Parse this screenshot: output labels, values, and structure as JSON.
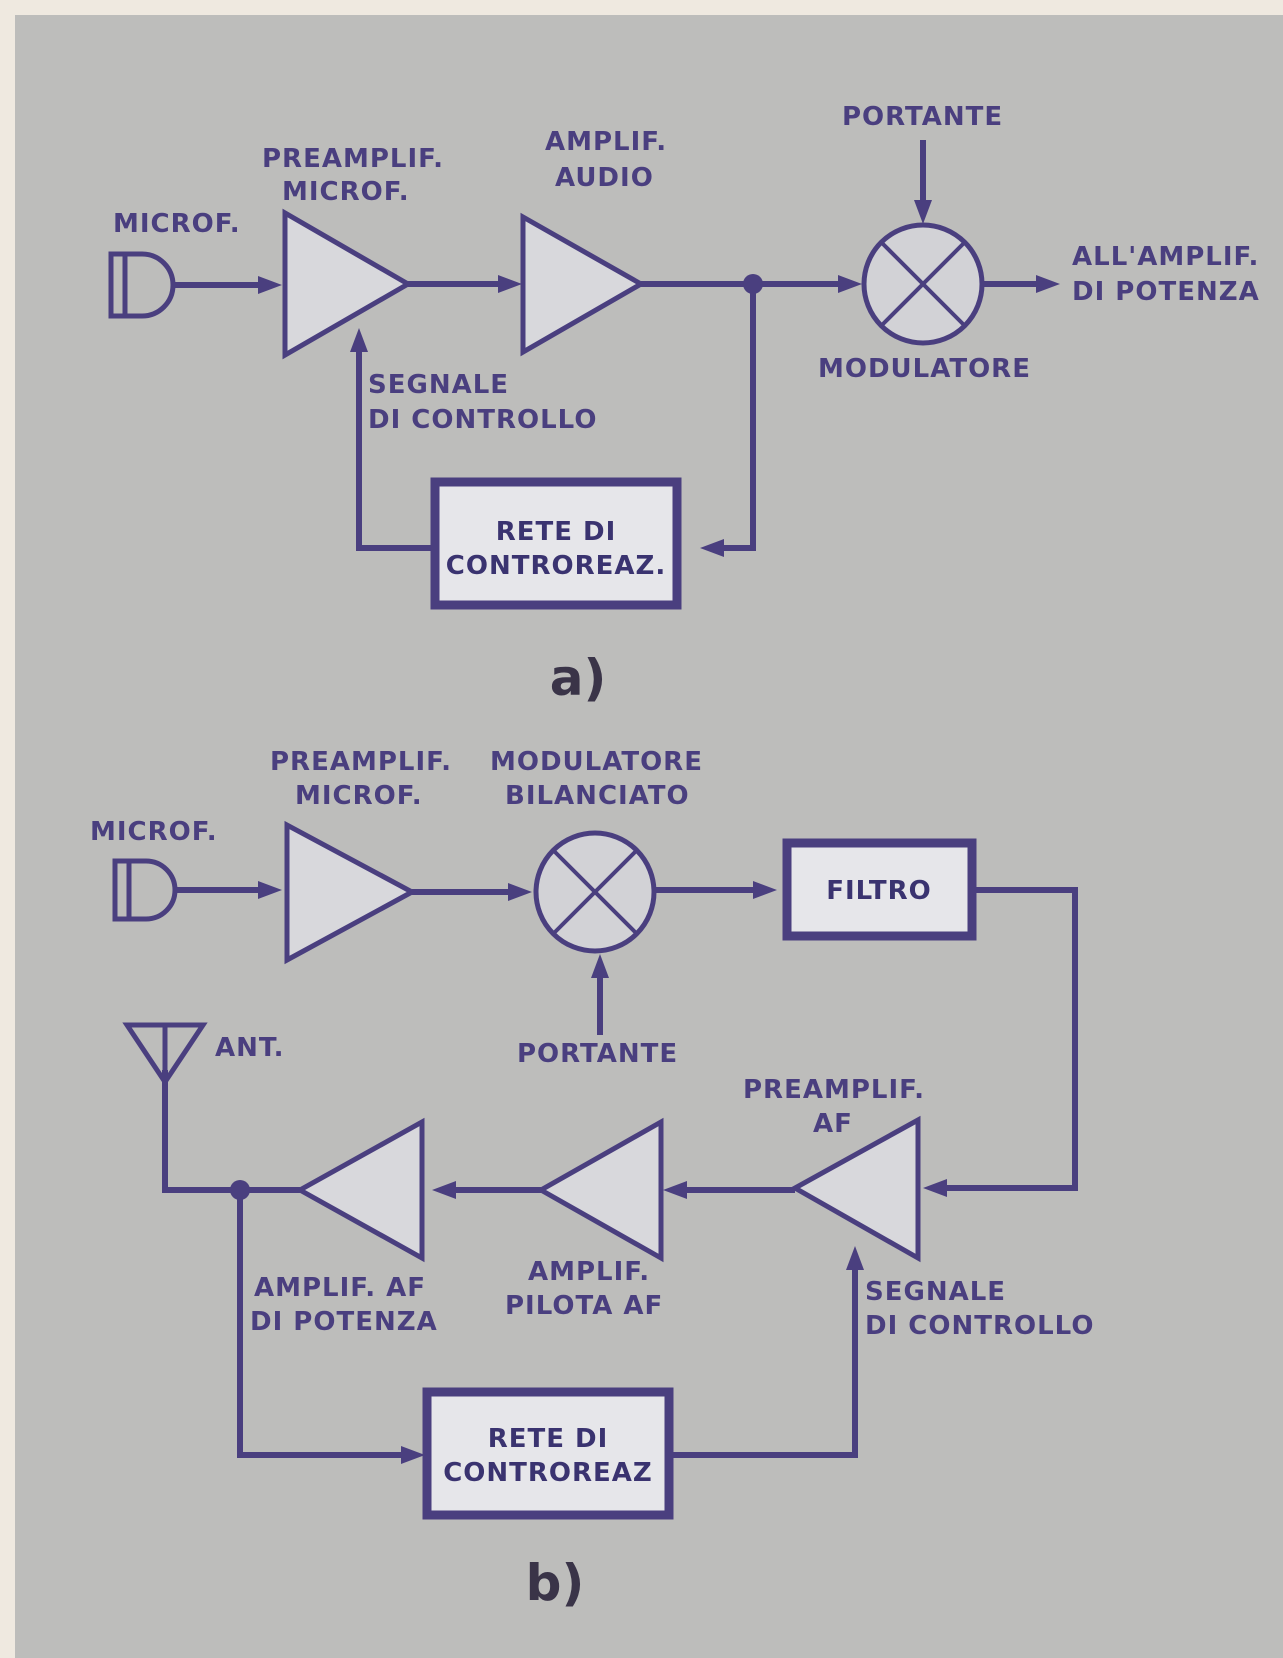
{
  "diagram_a": {
    "microphone": "MICROF.",
    "preamp": [
      "PREAMPLIF.",
      "MICROF."
    ],
    "audio_amp": [
      "AMPLIF.",
      "AUDIO"
    ],
    "carrier": "PORTANTE",
    "modulator": "MODULATORE",
    "output": [
      "ALL'AMPLIF.",
      "DI POTENZA"
    ],
    "control_signal": [
      "SEGNALE",
      "DI CONTROLLO"
    ],
    "feedback_network": [
      "RETE DI",
      "CONTROREAZ."
    ],
    "caption": "a)"
  },
  "diagram_b": {
    "microphone": "MICROF.",
    "preamp": [
      "PREAMPLIF.",
      "MICROF."
    ],
    "balanced_modulator": [
      "MODULATORE",
      "BILANCIATO"
    ],
    "filter": "FILTRO",
    "carrier": "PORTANTE",
    "antenna": "ANT.",
    "rf_preamp": [
      "PREAMPLIF.",
      "AF"
    ],
    "rf_driver": [
      "AMPLIF.",
      "PILOTA AF"
    ],
    "rf_power": [
      "AMPLIF. AF",
      "DI POTENZA"
    ],
    "control_signal": [
      "SEGNALE",
      "DI CONTROLLO"
    ],
    "feedback_network": [
      "RETE DI",
      "CONTROREAZ"
    ],
    "caption": "b)"
  }
}
